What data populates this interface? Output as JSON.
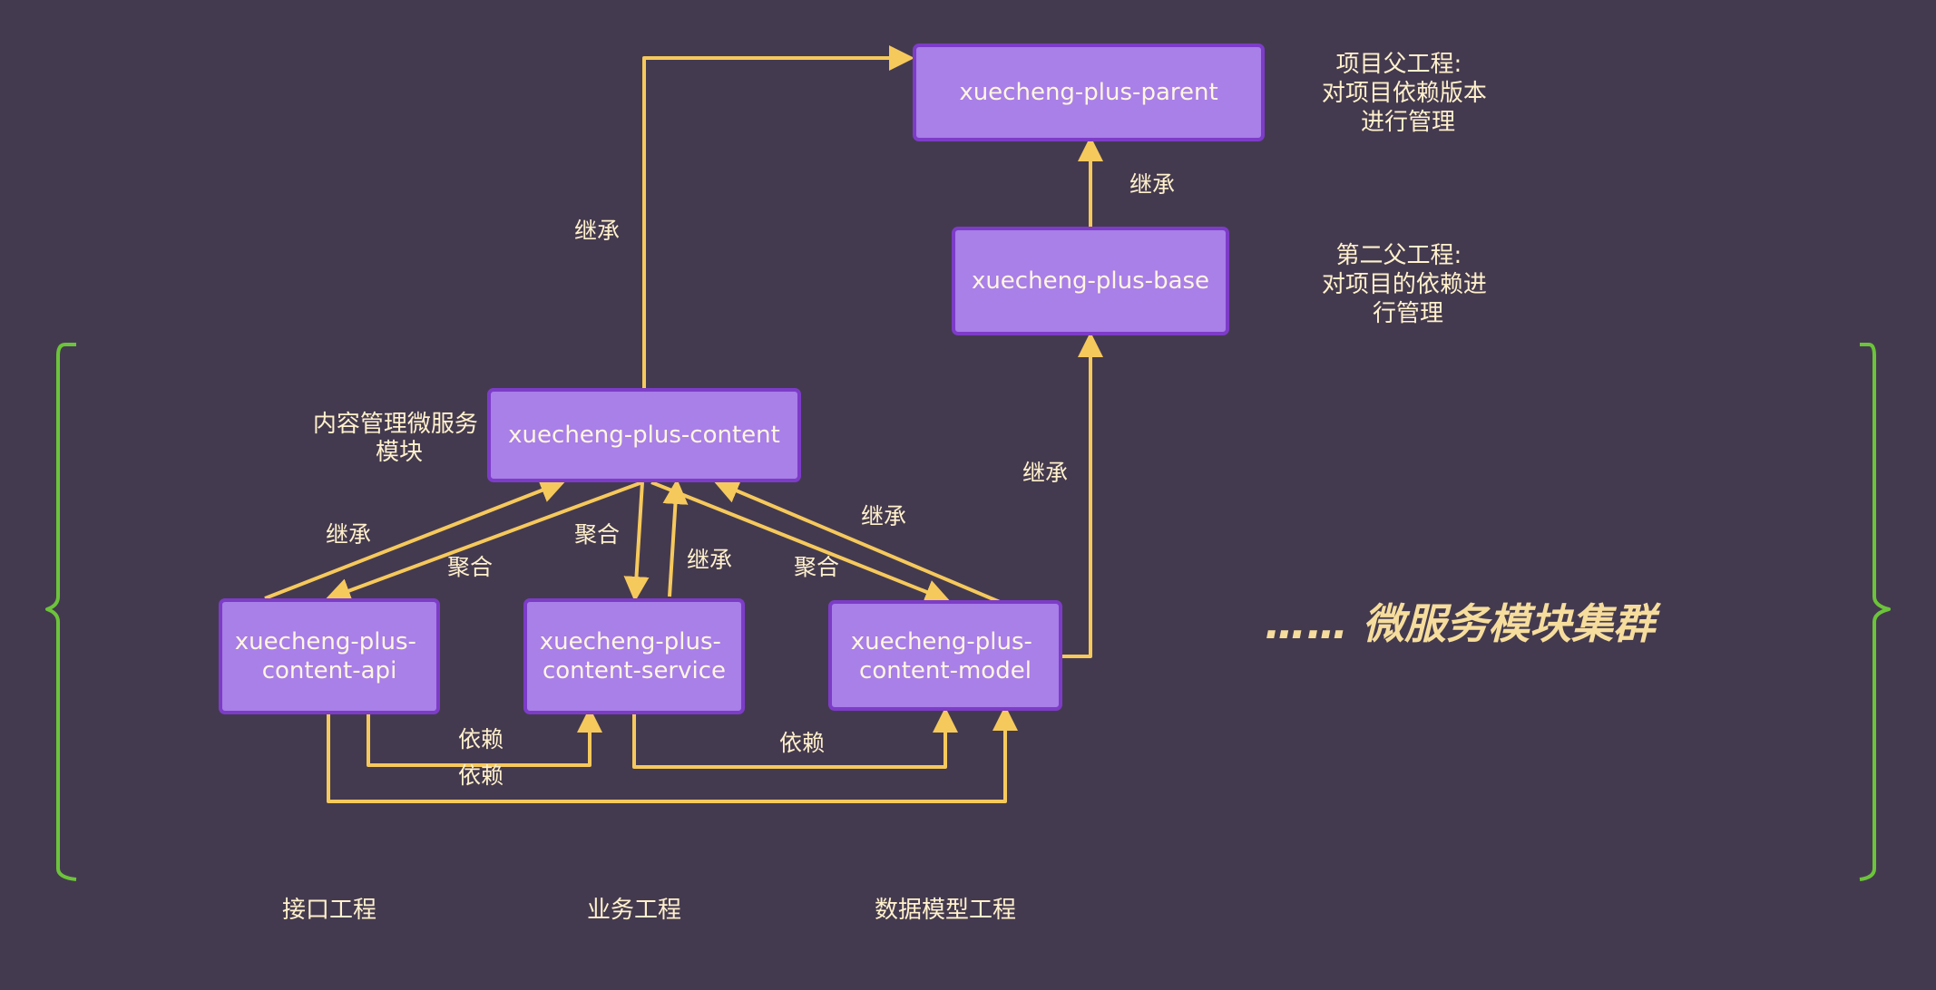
{
  "nodes": {
    "parent": {
      "label": [
        "xuecheng-plus-parent"
      ]
    },
    "base": {
      "label": [
        "xuecheng-plus-base"
      ]
    },
    "content": {
      "label": [
        "xuecheng-plus-content"
      ]
    },
    "api": {
      "label": [
        "xuecheng-plus-",
        "content-api"
      ]
    },
    "service": {
      "label": [
        "xuecheng-plus-",
        "content-service"
      ]
    },
    "model": {
      "label": [
        "xuecheng-plus-",
        "content-model"
      ]
    }
  },
  "notes": {
    "parent_note": [
      "项目父工程:",
      "对项目依赖版本",
      "进行管理"
    ],
    "base_note": [
      "第二父工程:",
      "对项目的依赖进",
      "行管理"
    ],
    "content_note": [
      "内容管理微服务",
      "模块"
    ],
    "api_caption": "接口工程",
    "service_caption": "业务工程",
    "model_caption": "数据模型工程",
    "cluster": "…… 微服务模块集群"
  },
  "edge_labels": {
    "inherit": "继承",
    "aggregate": "聚合",
    "depend": "依赖"
  },
  "colors": {
    "background": "#443a4f",
    "node_fill": "#a97fe8",
    "node_stroke": "#7d3cc8",
    "edge": "#f6c95c",
    "brace": "#6cc43a",
    "text": "#fff1cc"
  }
}
